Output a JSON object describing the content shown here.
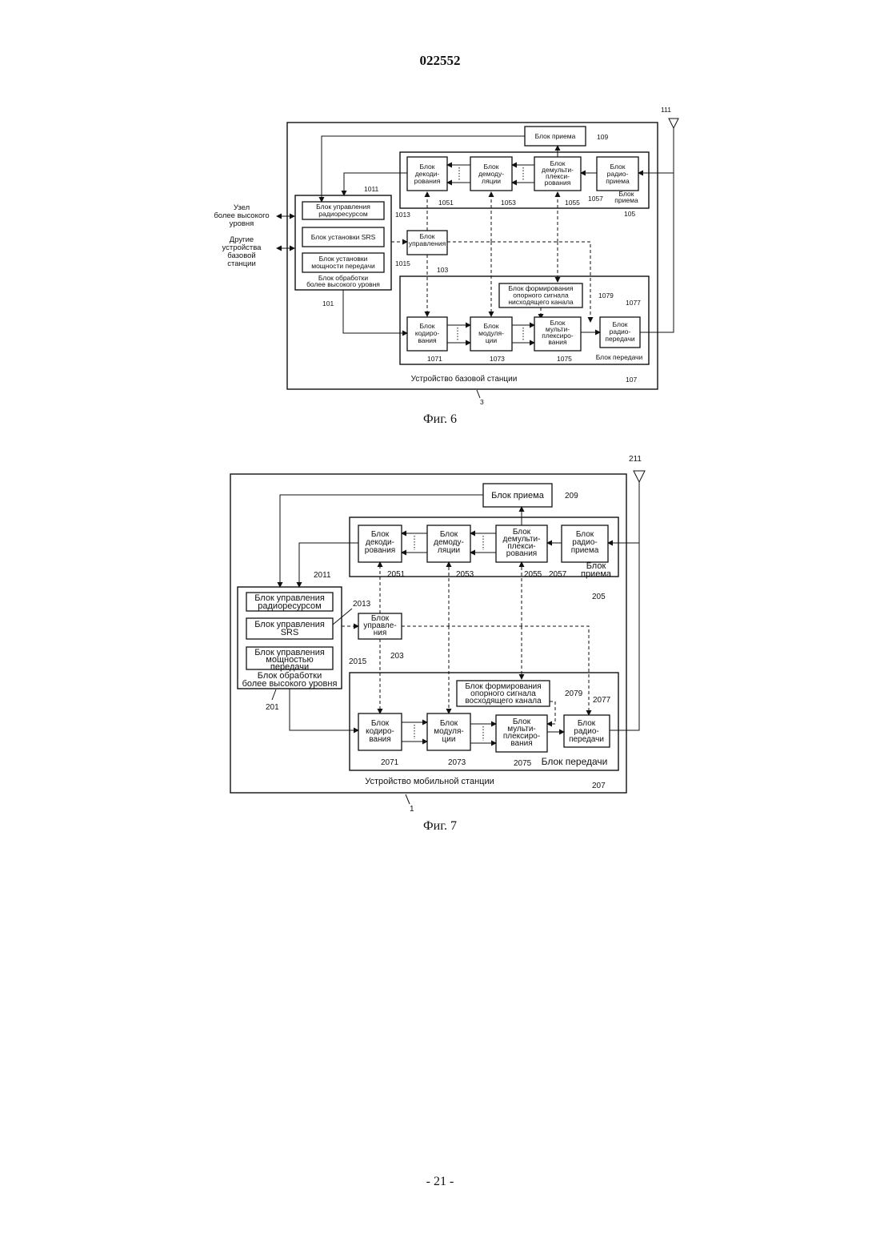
{
  "header": {
    "doc_number": "022552"
  },
  "fig6": {
    "caption": "Фиг. 6",
    "antenna_ref": "111",
    "device_label": "Устройство базовой станции",
    "device_ref": "3",
    "rx_unit": {
      "label": "Блок приема",
      "ref": "109"
    },
    "rx_section": {
      "label": [
        "Блок",
        "приема"
      ],
      "ref": "105"
    },
    "decoding": {
      "label": [
        "Блок",
        "декоди-",
        "рования"
      ],
      "ref": "1051"
    },
    "demodulation": {
      "label": [
        "Блок",
        "демоду-",
        "ляции"
      ],
      "ref": "1053"
    },
    "demultiplexing": {
      "label": [
        "Блок",
        "демульти-",
        "плекси-",
        "рования"
      ],
      "ref": "1055"
    },
    "radio_rx": {
      "label": [
        "Блок",
        "радио-",
        "приема"
      ],
      "ref": "1057"
    },
    "upper_node": [
      "Узел",
      "более высокого",
      "уровня"
    ],
    "other_devices": [
      "Другие",
      "устройства",
      "базовой",
      "станции"
    ],
    "rrc": {
      "label": [
        "Блок управления",
        "радиоресурсом"
      ],
      "ref": "1011"
    },
    "srs": {
      "label": [
        "Блок установки SRS"
      ],
      "ref": "1013"
    },
    "power": {
      "label": [
        "Блок установки",
        "мощности передачи"
      ],
      "ref": "1015"
    },
    "upper_proc": {
      "label": [
        "Блок обработки",
        "более высокого уровня"
      ],
      "ref": "101"
    },
    "control": {
      "label": [
        "Блок",
        "управления"
      ],
      "ref": "103"
    },
    "ref_signal": {
      "label": [
        "Блок формирования",
        "опорного сигнала",
        "нисходящего канала"
      ],
      "ref": "1079"
    },
    "coding": {
      "label": [
        "Блок",
        "кодиро-",
        "вания"
      ],
      "ref": "1071"
    },
    "modulation": {
      "label": [
        "Блок",
        "модуля-",
        "ции"
      ],
      "ref": "1073"
    },
    "multiplexing": {
      "label": [
        "Блок",
        "мульти-",
        "плексиро-",
        "вания"
      ],
      "ref": "1075"
    },
    "radio_tx": {
      "label": [
        "Блок",
        "радио-",
        "передачи"
      ],
      "ref": "1077"
    },
    "tx_section": {
      "label": "Блок передачи",
      "ref": "107"
    }
  },
  "fig7": {
    "caption": "Фиг. 7",
    "antenna_ref": "211",
    "device_label": "Устройство мобильной станции",
    "device_ref": "1",
    "rx_unit": {
      "label": "Блок приема",
      "ref": "209"
    },
    "rx_section": {
      "label": [
        "Блок",
        "приема"
      ],
      "ref": "205"
    },
    "decoding": {
      "label": [
        "Блок",
        "декоди-",
        "рования"
      ],
      "ref": "2051"
    },
    "demodulation": {
      "label": [
        "Блок",
        "демоду-",
        "ляции"
      ],
      "ref": "2053"
    },
    "demultiplexing": {
      "label": [
        "Блок",
        "демульти-",
        "плекси-",
        "рования"
      ],
      "ref": "2055"
    },
    "radio_rx": {
      "label": [
        "Блок",
        "радио-",
        "приема"
      ],
      "ref": "2057"
    },
    "rrc": {
      "label": [
        "Блок управления",
        "радиоресурсом"
      ],
      "ref": "2011"
    },
    "srs": {
      "label": [
        "Блок управления",
        "SRS"
      ],
      "ref": "2013"
    },
    "power": {
      "label": [
        "Блок управления",
        "мощностью",
        "передачи"
      ],
      "ref": "2015"
    },
    "upper_proc": {
      "label": [
        "Блок обработки",
        "более высокого уровня"
      ],
      "ref": "201"
    },
    "control": {
      "label": [
        "Блок",
        "управле-",
        "ния"
      ],
      "ref": "203"
    },
    "ref_signal": {
      "label": [
        "Блок формирования",
        "опорного сигнала",
        "восходящего канала"
      ],
      "ref": "2079"
    },
    "coding": {
      "label": [
        "Блок",
        "кодиро-",
        "вания"
      ],
      "ref": "2071"
    },
    "modulation": {
      "label": [
        "Блок",
        "модуля-",
        "ции"
      ],
      "ref": "2073"
    },
    "multiplexing": {
      "label": [
        "Блок",
        "мульти-",
        "плексиро-",
        "вания"
      ],
      "ref": "2075"
    },
    "radio_tx": {
      "label": [
        "Блок",
        "радио-",
        "передачи"
      ],
      "ref": "2077"
    },
    "tx_section": {
      "label": "Блок передачи",
      "ref": "207"
    }
  },
  "footer": {
    "page_number": "- 21 -"
  }
}
